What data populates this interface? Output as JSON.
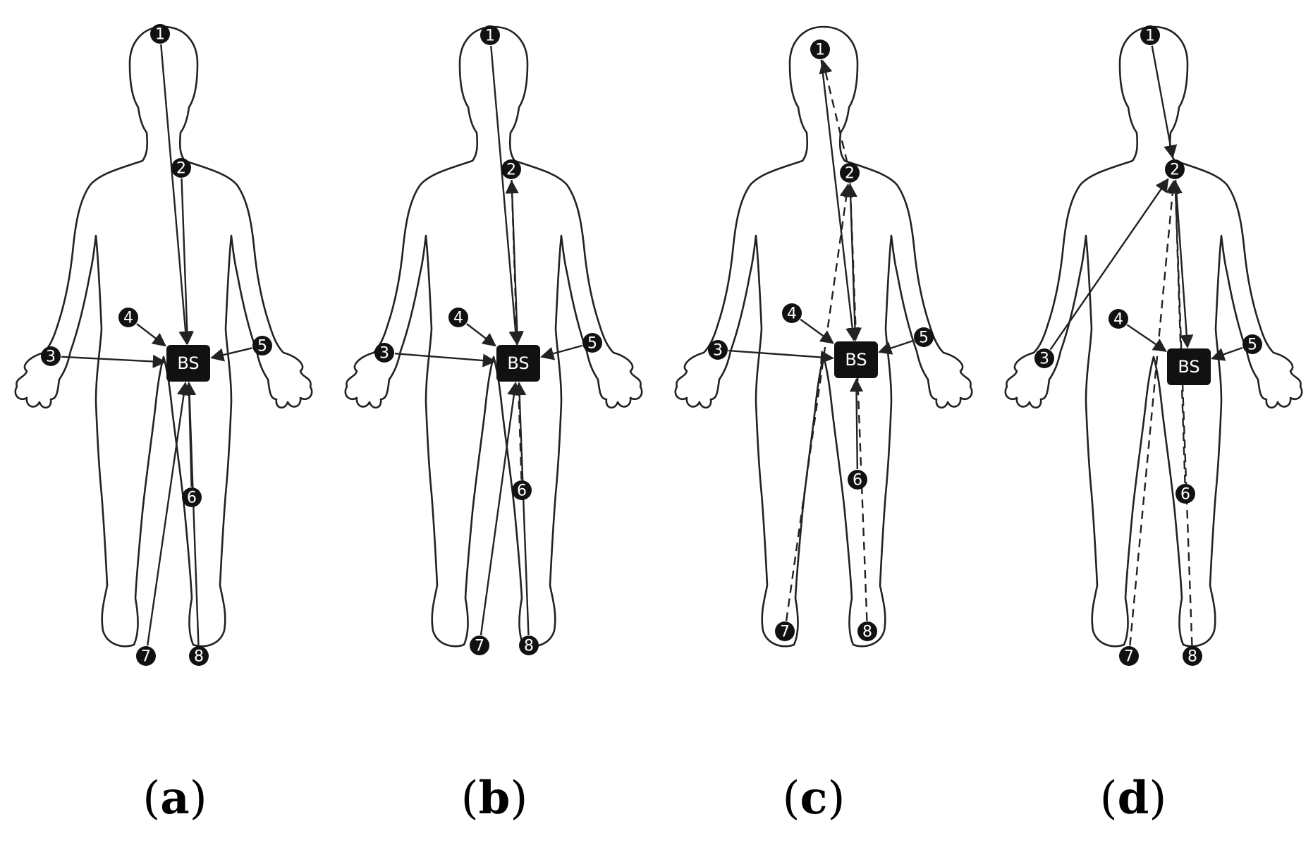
{
  "panels": [
    {
      "id": "a",
      "caption_letter": "a",
      "base_station_label": "BS",
      "nodes": [
        "1",
        "2",
        "3",
        "4",
        "5",
        "6",
        "7",
        "8"
      ],
      "links": [
        {
          "from": "1",
          "to": "BS",
          "style": "solid"
        },
        {
          "from": "2",
          "to": "BS",
          "style": "solid"
        },
        {
          "from": "3",
          "to": "BS",
          "style": "solid"
        },
        {
          "from": "4",
          "to": "BS",
          "style": "solid"
        },
        {
          "from": "5",
          "to": "BS",
          "style": "solid"
        },
        {
          "from": "6",
          "to": "BS",
          "style": "solid"
        },
        {
          "from": "7",
          "to": "BS",
          "style": "solid"
        },
        {
          "from": "8",
          "to": "BS",
          "style": "solid"
        }
      ]
    },
    {
      "id": "b",
      "caption_letter": "b",
      "base_station_label": "BS",
      "nodes": [
        "1",
        "2",
        "3",
        "4",
        "5",
        "6",
        "7",
        "8"
      ],
      "links": [
        {
          "from": "1",
          "to": "BS",
          "style": "solid"
        },
        {
          "from": "2",
          "to": "BS",
          "style": "solid"
        },
        {
          "from": "6",
          "to": "2",
          "style": "dashed"
        },
        {
          "from": "3",
          "to": "BS",
          "style": "solid"
        },
        {
          "from": "4",
          "to": "BS",
          "style": "solid"
        },
        {
          "from": "5",
          "to": "BS",
          "style": "solid"
        },
        {
          "from": "7",
          "to": "BS",
          "style": "solid"
        },
        {
          "from": "8",
          "to": "BS",
          "style": "solid"
        }
      ]
    },
    {
      "id": "c",
      "caption_letter": "c",
      "base_station_label": "BS",
      "nodes": [
        "1",
        "2",
        "3",
        "4",
        "5",
        "6",
        "7",
        "8"
      ],
      "links": [
        {
          "from": "1",
          "to": "BS",
          "style": "solid"
        },
        {
          "from": "2",
          "to": "1",
          "style": "dashed"
        },
        {
          "from": "2",
          "to": "BS",
          "style": "solid"
        },
        {
          "from": "7",
          "to": "2",
          "style": "dashed"
        },
        {
          "from": "8",
          "to": "2",
          "style": "dashed"
        },
        {
          "from": "3",
          "to": "BS",
          "style": "solid"
        },
        {
          "from": "4",
          "to": "BS",
          "style": "solid"
        },
        {
          "from": "5",
          "to": "BS",
          "style": "solid"
        },
        {
          "from": "6",
          "to": "BS",
          "style": "solid"
        }
      ]
    },
    {
      "id": "d",
      "caption_letter": "d",
      "base_station_label": "BS",
      "nodes": [
        "1",
        "2",
        "3",
        "4",
        "5",
        "6",
        "7",
        "8"
      ],
      "links": [
        {
          "from": "1",
          "to": "2",
          "style": "solid"
        },
        {
          "from": "2",
          "to": "BS",
          "style": "solid"
        },
        {
          "from": "3",
          "to": "2",
          "style": "solid"
        },
        {
          "from": "7",
          "to": "2",
          "style": "dashed"
        },
        {
          "from": "6",
          "to": "2",
          "style": "dashed"
        },
        {
          "from": "8",
          "to": "2",
          "style": "dashed"
        },
        {
          "from": "4",
          "to": "BS",
          "style": "solid"
        },
        {
          "from": "5",
          "to": "BS",
          "style": "solid"
        }
      ]
    }
  ],
  "colors": {
    "node_fill": "#111111",
    "node_text": "#ffffff",
    "line": "#222222",
    "outline": "#222222"
  }
}
